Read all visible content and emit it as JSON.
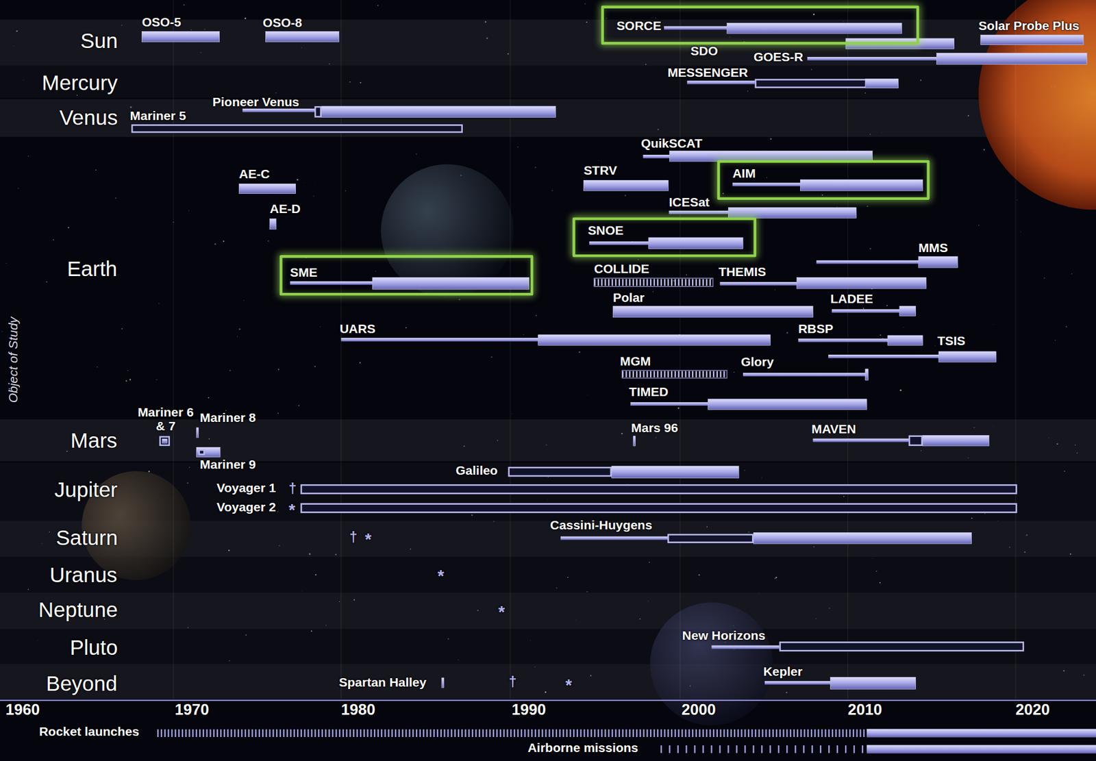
{
  "diagram": {
    "nodes": [
      {
        "text": [
          "SORCE"
        ]
      },
      {
        "text": [
          "AIM"
        ]
      },
      {
        "text": [
          "SNOE"
        ]
      },
      {
        "text": [
          "SME"
        ]
      }
    ],
    "labels": [
      "Sun",
      "Mercury",
      "Venus",
      "Earth",
      "Mars",
      "Jupiter",
      "Saturn",
      "Uranus",
      "Neptune",
      "Pluto",
      "Beyond",
      "Object of Study",
      "OSO-5",
      "OSO-8",
      "SDO",
      "GOES-R",
      "Solar Probe Plus",
      "MESSENGER",
      "Pioneer Venus",
      "Mariner 5",
      "QuikSCAT",
      "AE-C",
      "STRV",
      "ICESat",
      "AE-D",
      "MMS",
      "COLLIDE",
      "THEMIS",
      "Polar",
      "LADEE",
      "UARS",
      "RBSP",
      "TSIS",
      "MGM",
      "Glory",
      "TIMED",
      "Mariner 6 & 7",
      "Mariner 8",
      "Mariner 9",
      "Mars 96",
      "MAVEN",
      "Galileo",
      "Voyager 1",
      "†",
      "Voyager 2",
      "*",
      "Cassini-Huygens",
      "†",
      "*",
      "*",
      "*",
      "New Horizons",
      "Spartan Halley",
      "†",
      "*",
      "Kepler",
      "1960",
      "1970",
      "1980",
      "1990",
      "2000",
      "2010",
      "2020",
      "Rocket launches",
      "Airborne missions"
    ]
  }
}
